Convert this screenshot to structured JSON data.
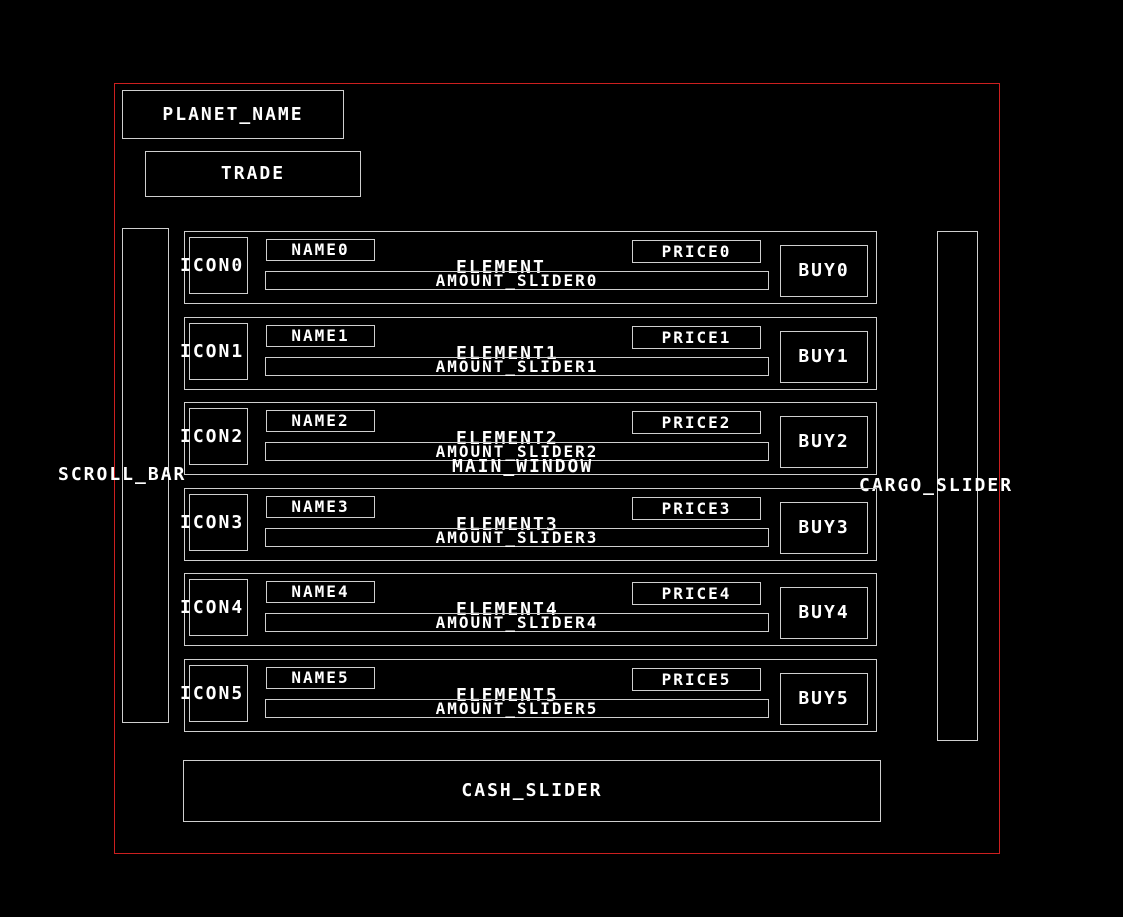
{
  "colors": {
    "background": "#000000",
    "outline": "#cfcfcf",
    "main_window_outline": "#cc1f1f",
    "text": "#ffffff"
  },
  "header": {
    "planet_name": "PLANET_NAME",
    "trade_label": "TRADE"
  },
  "main_window_label": "MAIN_WINDOW",
  "scroll_bar_label": "SCROLL_BAR",
  "cargo_slider_label": "CARGO_SLIDER",
  "cash_slider_label": "CASH_SLIDER",
  "elements": [
    {
      "icon": "ICON0",
      "name": "NAME0",
      "element": "ELEMENT",
      "amount_slider": "AMOUNT_SLIDER0",
      "price": "PRICE0",
      "buy": "BUY0"
    },
    {
      "icon": "ICON1",
      "name": "NAME1",
      "element": "ELEMENT1",
      "amount_slider": "AMOUNT_SLIDER1",
      "price": "PRICE1",
      "buy": "BUY1"
    },
    {
      "icon": "ICON2",
      "name": "NAME2",
      "element": "ELEMENT2",
      "amount_slider": "AMOUNT_SLIDER2",
      "price": "PRICE2",
      "buy": "BUY2"
    },
    {
      "icon": "ICON3",
      "name": "NAME3",
      "element": "ELEMENT3",
      "amount_slider": "AMOUNT_SLIDER3",
      "price": "PRICE3",
      "buy": "BUY3"
    },
    {
      "icon": "ICON4",
      "name": "NAME4",
      "element": "ELEMENT4",
      "amount_slider": "AMOUNT_SLIDER4",
      "price": "PRICE4",
      "buy": "BUY4"
    },
    {
      "icon": "ICON5",
      "name": "NAME5",
      "element": "ELEMENT5",
      "amount_slider": "AMOUNT_SLIDER5",
      "price": "PRICE5",
      "buy": "BUY5"
    }
  ]
}
